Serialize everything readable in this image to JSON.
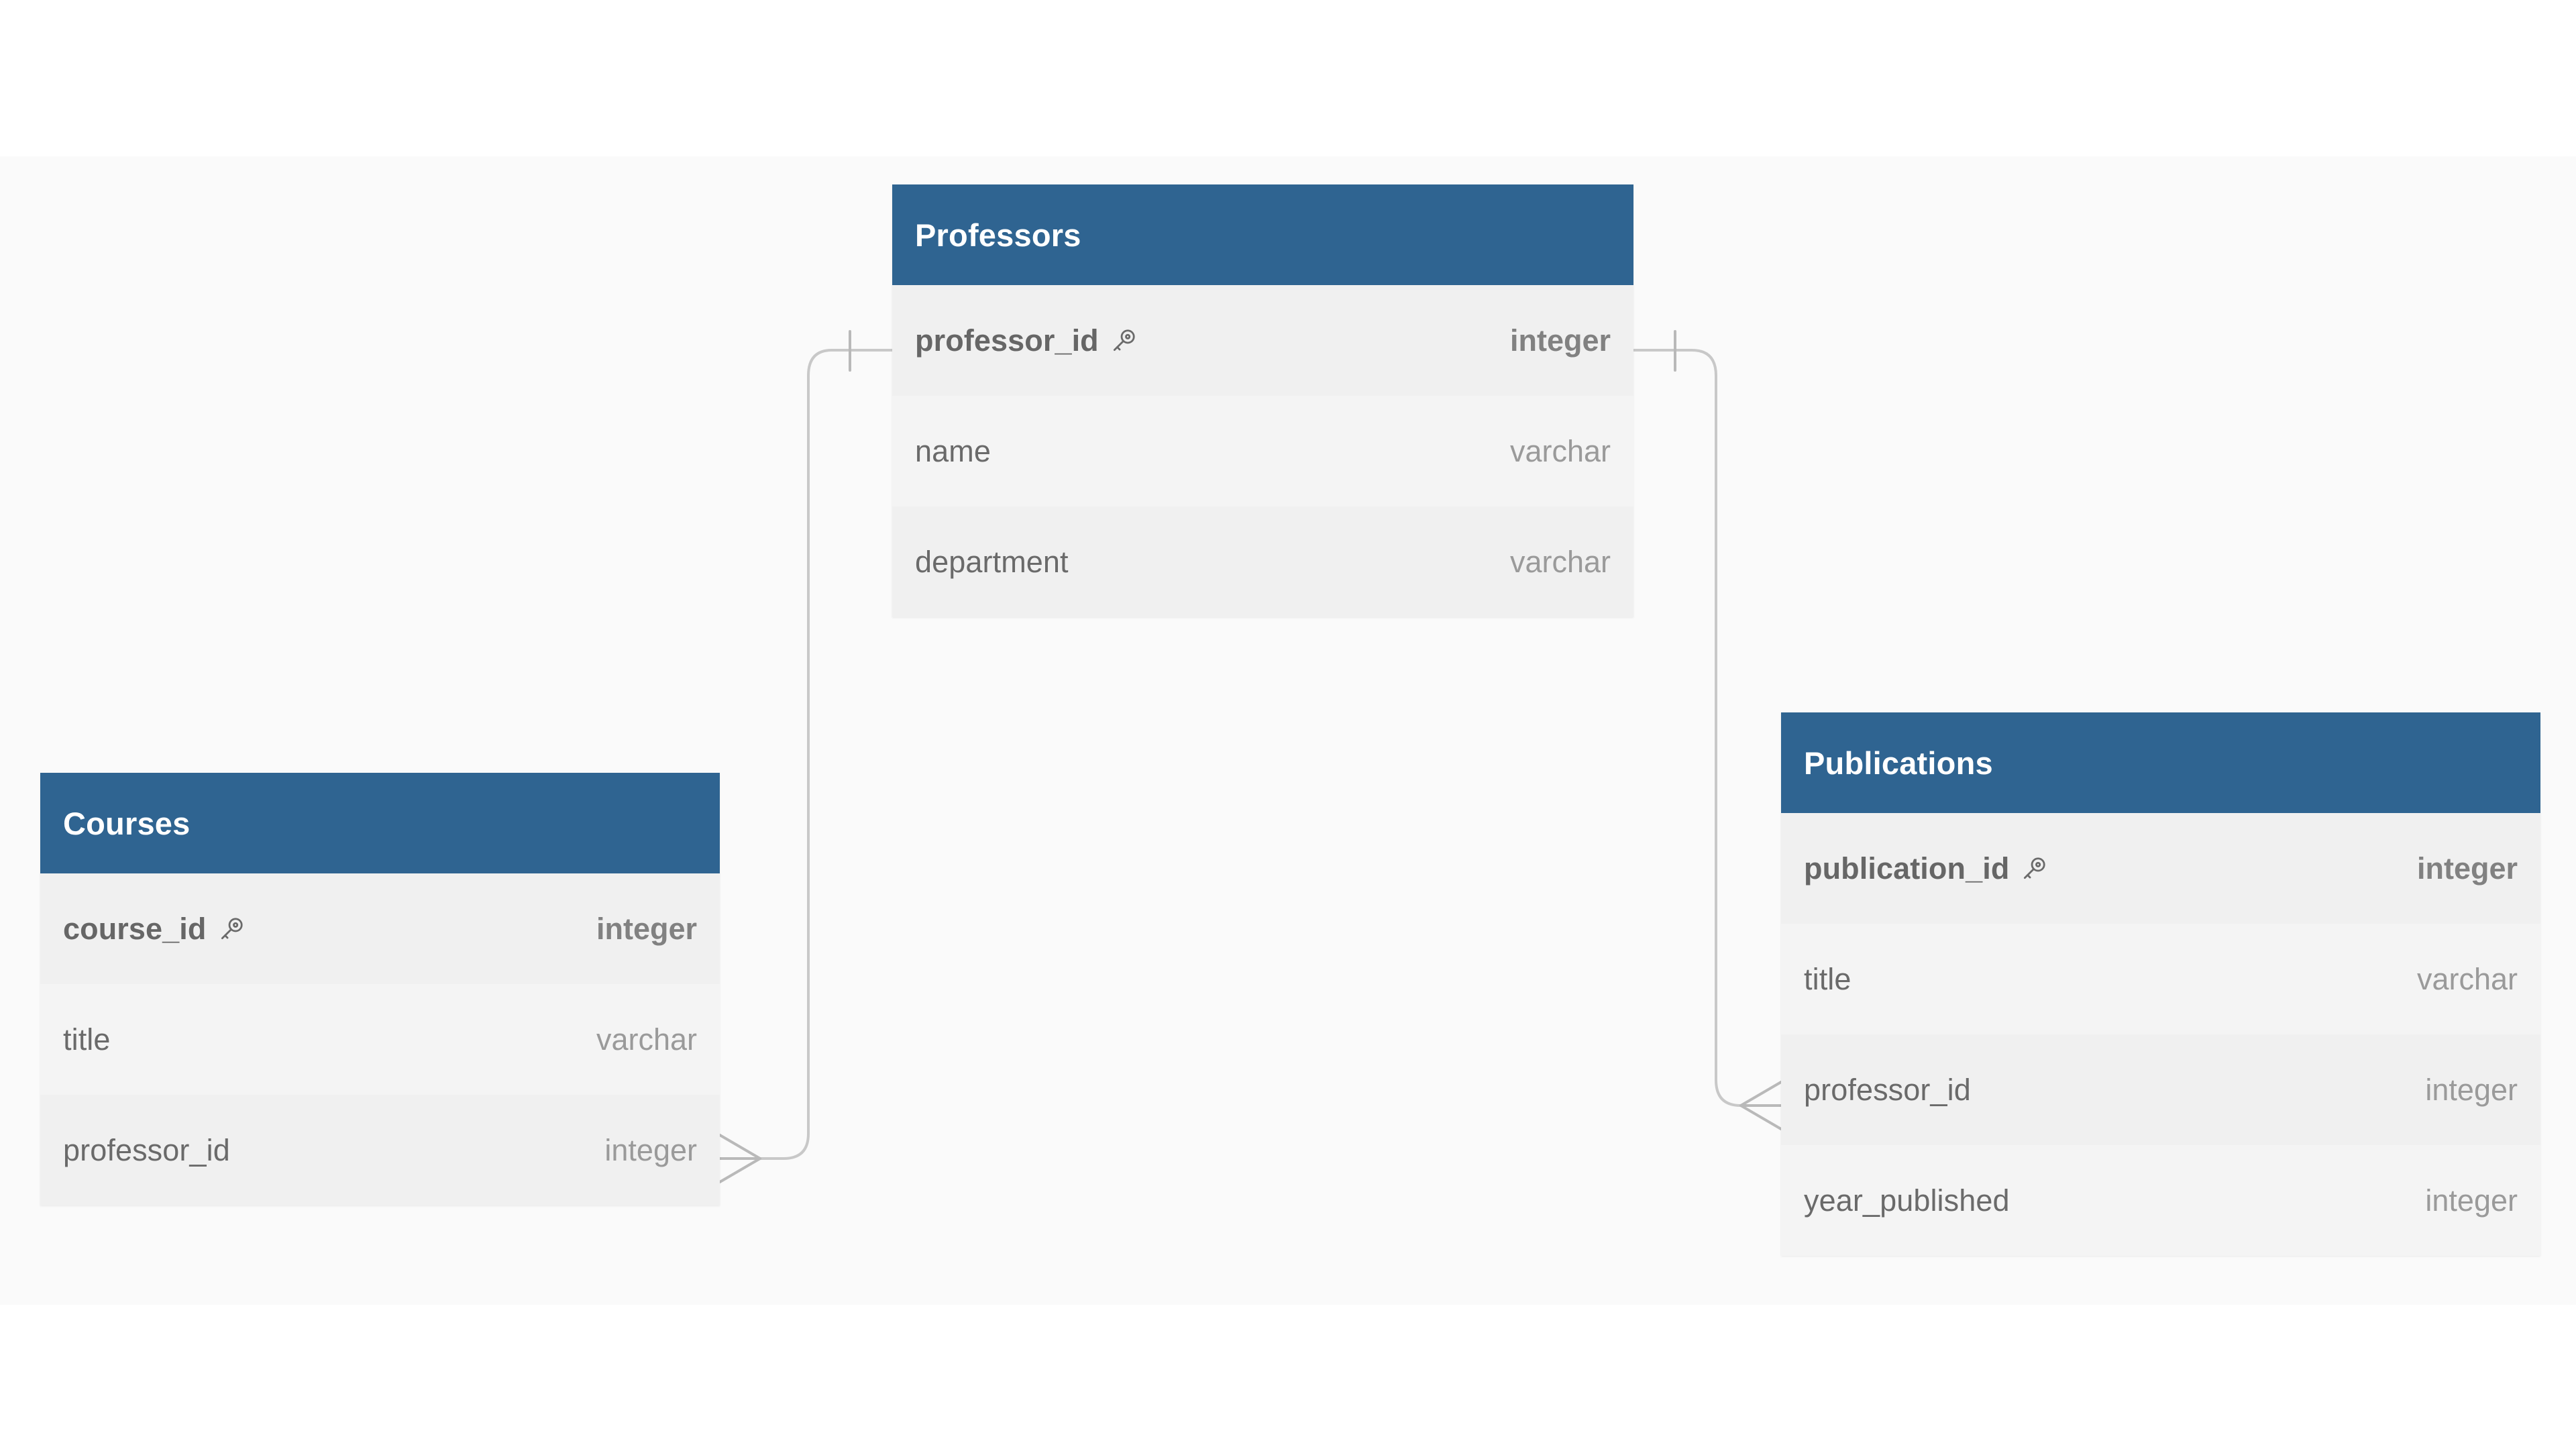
{
  "diagram": {
    "kind": "entity-relationship-diagram",
    "notation": "crow-foot",
    "canvas_background": "#fafafa",
    "header_color": "#2f6491",
    "row_color": "#f0f0f0",
    "row_alt_color": "#f4f4f4",
    "connector_color": "#c8c8c8"
  },
  "entities": [
    {
      "id": "professors",
      "name": "Professors",
      "fields": [
        {
          "name": "professor_id",
          "type": "integer",
          "primary_key": true,
          "key_icon": "key-icon"
        },
        {
          "name": "name",
          "type": "varchar",
          "primary_key": false
        },
        {
          "name": "department",
          "type": "varchar",
          "primary_key": false
        }
      ]
    },
    {
      "id": "courses",
      "name": "Courses",
      "fields": [
        {
          "name": "course_id",
          "type": "integer",
          "primary_key": true,
          "key_icon": "key-icon"
        },
        {
          "name": "title",
          "type": "varchar",
          "primary_key": false
        },
        {
          "name": "professor_id",
          "type": "integer",
          "primary_key": false
        }
      ]
    },
    {
      "id": "publications",
      "name": "Publications",
      "fields": [
        {
          "name": "publication_id",
          "type": "integer",
          "primary_key": true,
          "key_icon": "key-icon"
        },
        {
          "name": "title",
          "type": "varchar",
          "primary_key": false
        },
        {
          "name": "professor_id",
          "type": "integer",
          "primary_key": false
        },
        {
          "name": "year_published",
          "type": "integer",
          "primary_key": false
        }
      ]
    }
  ],
  "relationships": [
    {
      "id": "professors-courses",
      "from_entity": "Professors",
      "from_field": "professor_id",
      "from_cardinality": "one",
      "to_entity": "Courses",
      "to_field": "professor_id",
      "to_cardinality": "many"
    },
    {
      "id": "professors-publications",
      "from_entity": "Professors",
      "from_field": "professor_id",
      "from_cardinality": "one",
      "to_entity": "Publications",
      "to_field": "professor_id",
      "to_cardinality": "many"
    }
  ]
}
